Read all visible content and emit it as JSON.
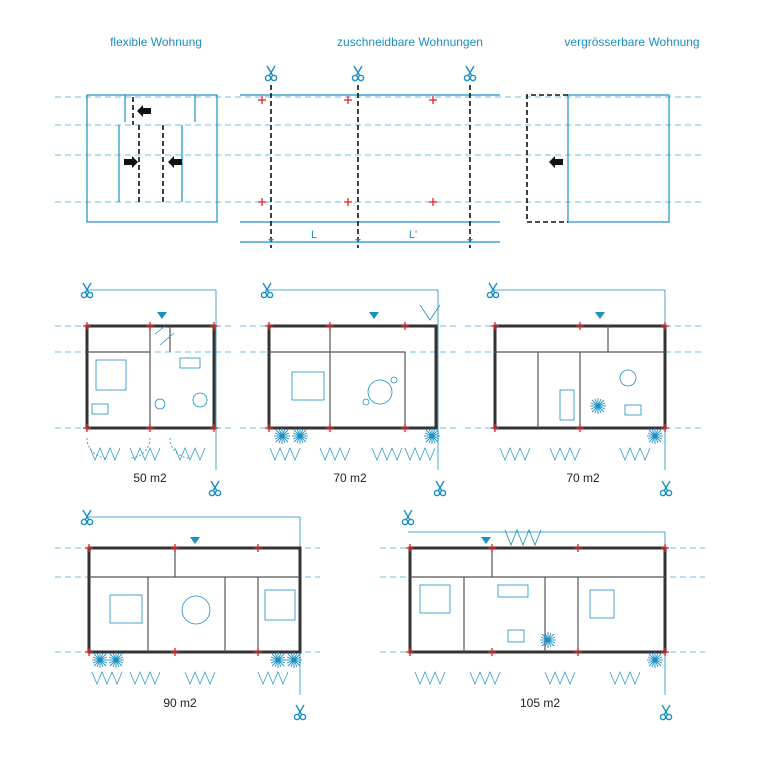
{
  "headings": {
    "flexible": "flexible Wohnung",
    "cut": "zuschneidbare Wohnungen",
    "enlarge": "vergrösserbare Wohnung"
  },
  "dimensions": {
    "l": "L",
    "l_prime": "L'"
  },
  "areas": {
    "a50": "50 m2",
    "a70a": "70 m2",
    "a70b": "70 m2",
    "a90": "90 m2",
    "a105": "105 m2"
  },
  "icons": {
    "cut": "scissors-icon",
    "move": "arrow-left-icon / arrow-right-icon",
    "entrance": "triangle-down-icon"
  },
  "colors": {
    "line": "#1a8fc4",
    "guide": "#6cc0e3",
    "marker": "#e0262a",
    "wall": "#333333"
  }
}
